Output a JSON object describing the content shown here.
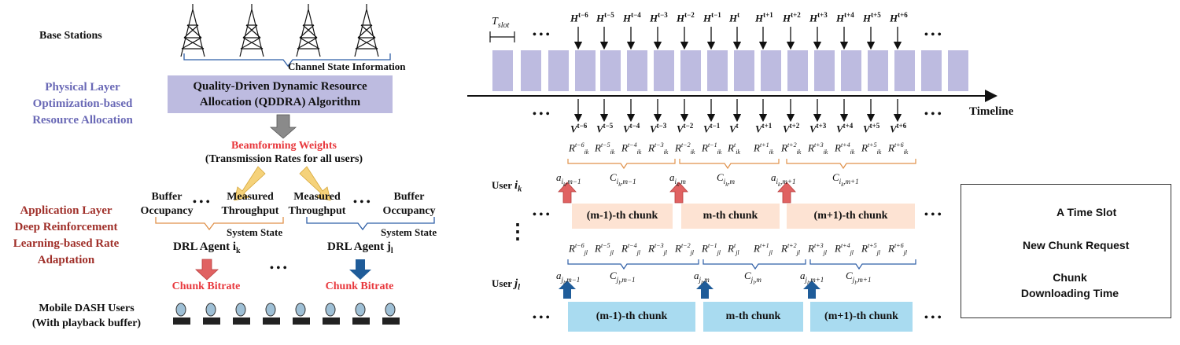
{
  "left": {
    "base_stations": "Base Stations",
    "csi": "Channel State Information",
    "physical_layer": [
      "Physical Layer",
      "Optimization-based",
      "Resource Allocation"
    ],
    "qddra": [
      "Quality-Driven Dynamic Resource",
      "Allocation (QDDRA) Algorithm"
    ],
    "beamforming": "Beamforming Weights",
    "transmission_rates": "(Transmission Rates for all users)",
    "buffer_occ_1": [
      "Buffer",
      "Occupancy"
    ],
    "measured_1": [
      "Measured",
      "Throughput"
    ],
    "measured_2": [
      "Measured",
      "Throughput"
    ],
    "buffer_occ_2": [
      "Buffer",
      "Occupancy"
    ],
    "dots": "• • •",
    "app_layer": [
      "Application Layer",
      "Deep Reinforcement",
      "Learning-based Rate",
      "Adaptation"
    ],
    "system_state_1": "System State",
    "system_state_2": "System State",
    "drl_agent_1": "DRL Agent i",
    "drl_agent_1_sub": "k",
    "drl_agent_2": "DRL Agent j",
    "drl_agent_2_sub": "l",
    "chunk_bitrate_1": "Chunk Bitrate",
    "chunk_bitrate_2": "Chunk Bitrate",
    "mobile_users": [
      "Mobile DASH Users",
      "(With playback buffer)"
    ],
    "colors": {
      "purple": "#bdbbe0",
      "red_arrow": "#e06262",
      "blue_arrow": "#1f5c99",
      "yellow_arrow": "#f5d27a",
      "gray_arrow": "#8a8a8a"
    }
  },
  "right": {
    "tslot": "T",
    "tslot_sub": "slot",
    "dots": "• • •",
    "h_base": "H",
    "h_sups": [
      "t−6",
      "t−5",
      "t−4",
      "t−3",
      "t−2",
      "t−1",
      "t",
      "t+1",
      "t+2",
      "t+3",
      "t+4",
      "t+5",
      "t+6"
    ],
    "v_base": "V",
    "v_sups": [
      "t−6",
      "t−5",
      "t−4",
      "t−3",
      "t−2",
      "t−1",
      "t",
      "t+1",
      "t+2",
      "t+3",
      "t+4",
      "t+5",
      "t+6"
    ],
    "timeline": "Timeline",
    "r_base": "R",
    "r_sups": [
      "t−6",
      "t−5",
      "t−4",
      "t−3",
      "t−2",
      "t−1",
      "t",
      "t+1",
      "t+2",
      "t+3",
      "t+4",
      "t+5",
      "t+6"
    ],
    "sub_ik": "i",
    "sub_ik_k": "k",
    "sub_jl": "j",
    "sub_jl_l": "l",
    "user_ik": "User",
    "user_jl": "User",
    "a_labels": [
      "m−1",
      "m",
      "m+1"
    ],
    "c_labels": [
      "m−1",
      "m",
      "m+1"
    ],
    "chunks_ik": [
      "(m-1)-th chunk",
      "m-th chunk",
      "(m+1)-th chunk"
    ],
    "chunks_jl": [
      "(m-1)-th chunk",
      "m-th chunk",
      "(m+1)-th chunk"
    ],
    "vdots": "⋮"
  },
  "legend": {
    "time_slot": "A Time Slot",
    "new_chunk": "New Chunk Request",
    "chunk_dl": [
      "Chunk",
      "Downloading Time"
    ],
    "colors": {
      "slot": "#bdbbe0",
      "chunk": "#fde3d3",
      "dl": "#a9dbf0"
    }
  }
}
